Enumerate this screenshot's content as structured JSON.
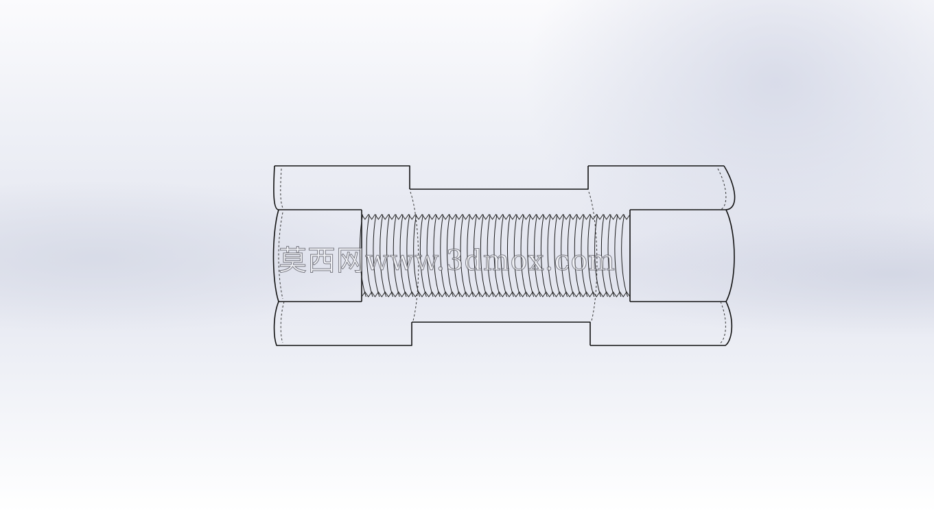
{
  "watermark": {
    "text": "莫西网www.3dmox.com"
  },
  "model": {
    "part": "threaded-coupling",
    "line_color": "#111111",
    "thread_pitch_count": 40
  },
  "colors": {
    "background_top": "#fbfbfd",
    "background_mid": "#e3e5ef",
    "edge": "#111111"
  }
}
